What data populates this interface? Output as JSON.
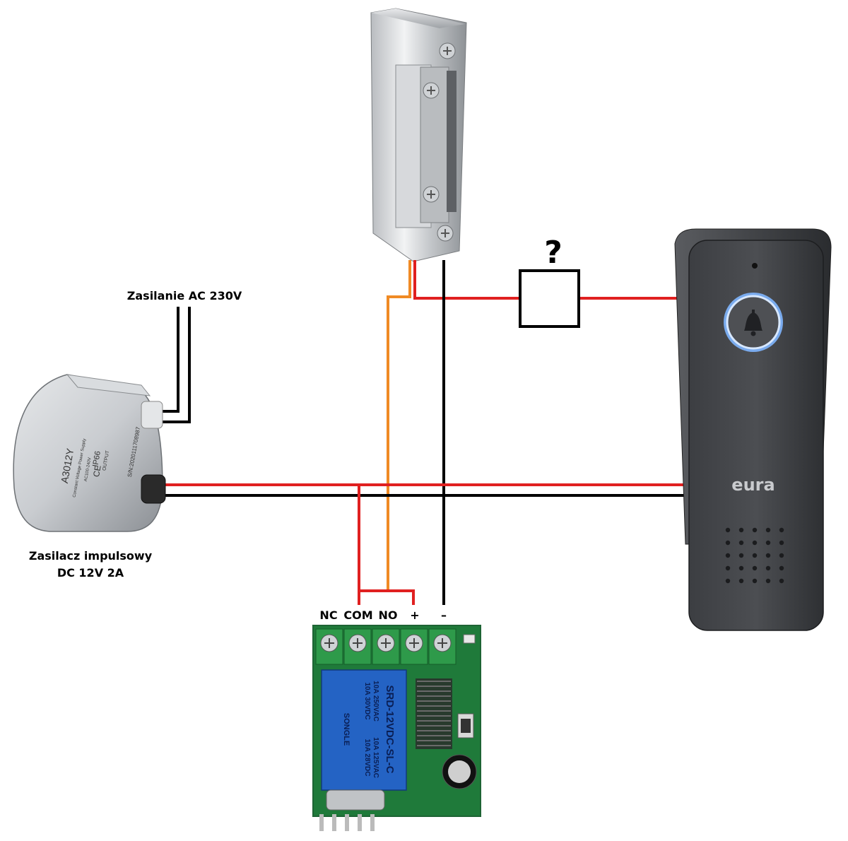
{
  "labels": {
    "ac_supply": "Zasilanie AC 230V",
    "psu_line1": "Zasilacz impulsowy",
    "psu_line2": "DC 12V 2A",
    "unknown_component": "?"
  },
  "relay_terminals": [
    "NC",
    "COM",
    "NO",
    "+",
    "–"
  ],
  "doorbell": {
    "brand": "eura",
    "button_icon": "bell-icon"
  },
  "psu_device": {
    "model": "A3012Y",
    "desc": "Constant Voltage Power Supply",
    "input": "AC100-240V",
    "output": "OUTPUT",
    "rating": "IP66",
    "serial": "S/N:2020111708987",
    "ce": "CE"
  },
  "relay_device": {
    "model": "SRD-12VDC-SL-C",
    "specs": [
      "10A 250VAC",
      "10A 30VDC",
      "10A 125VAC",
      "10A 28VDC"
    ],
    "brand": "SONGLE"
  },
  "wire_colors": {
    "red": "#e02020",
    "black": "#000000",
    "orange": "#f08a24"
  }
}
